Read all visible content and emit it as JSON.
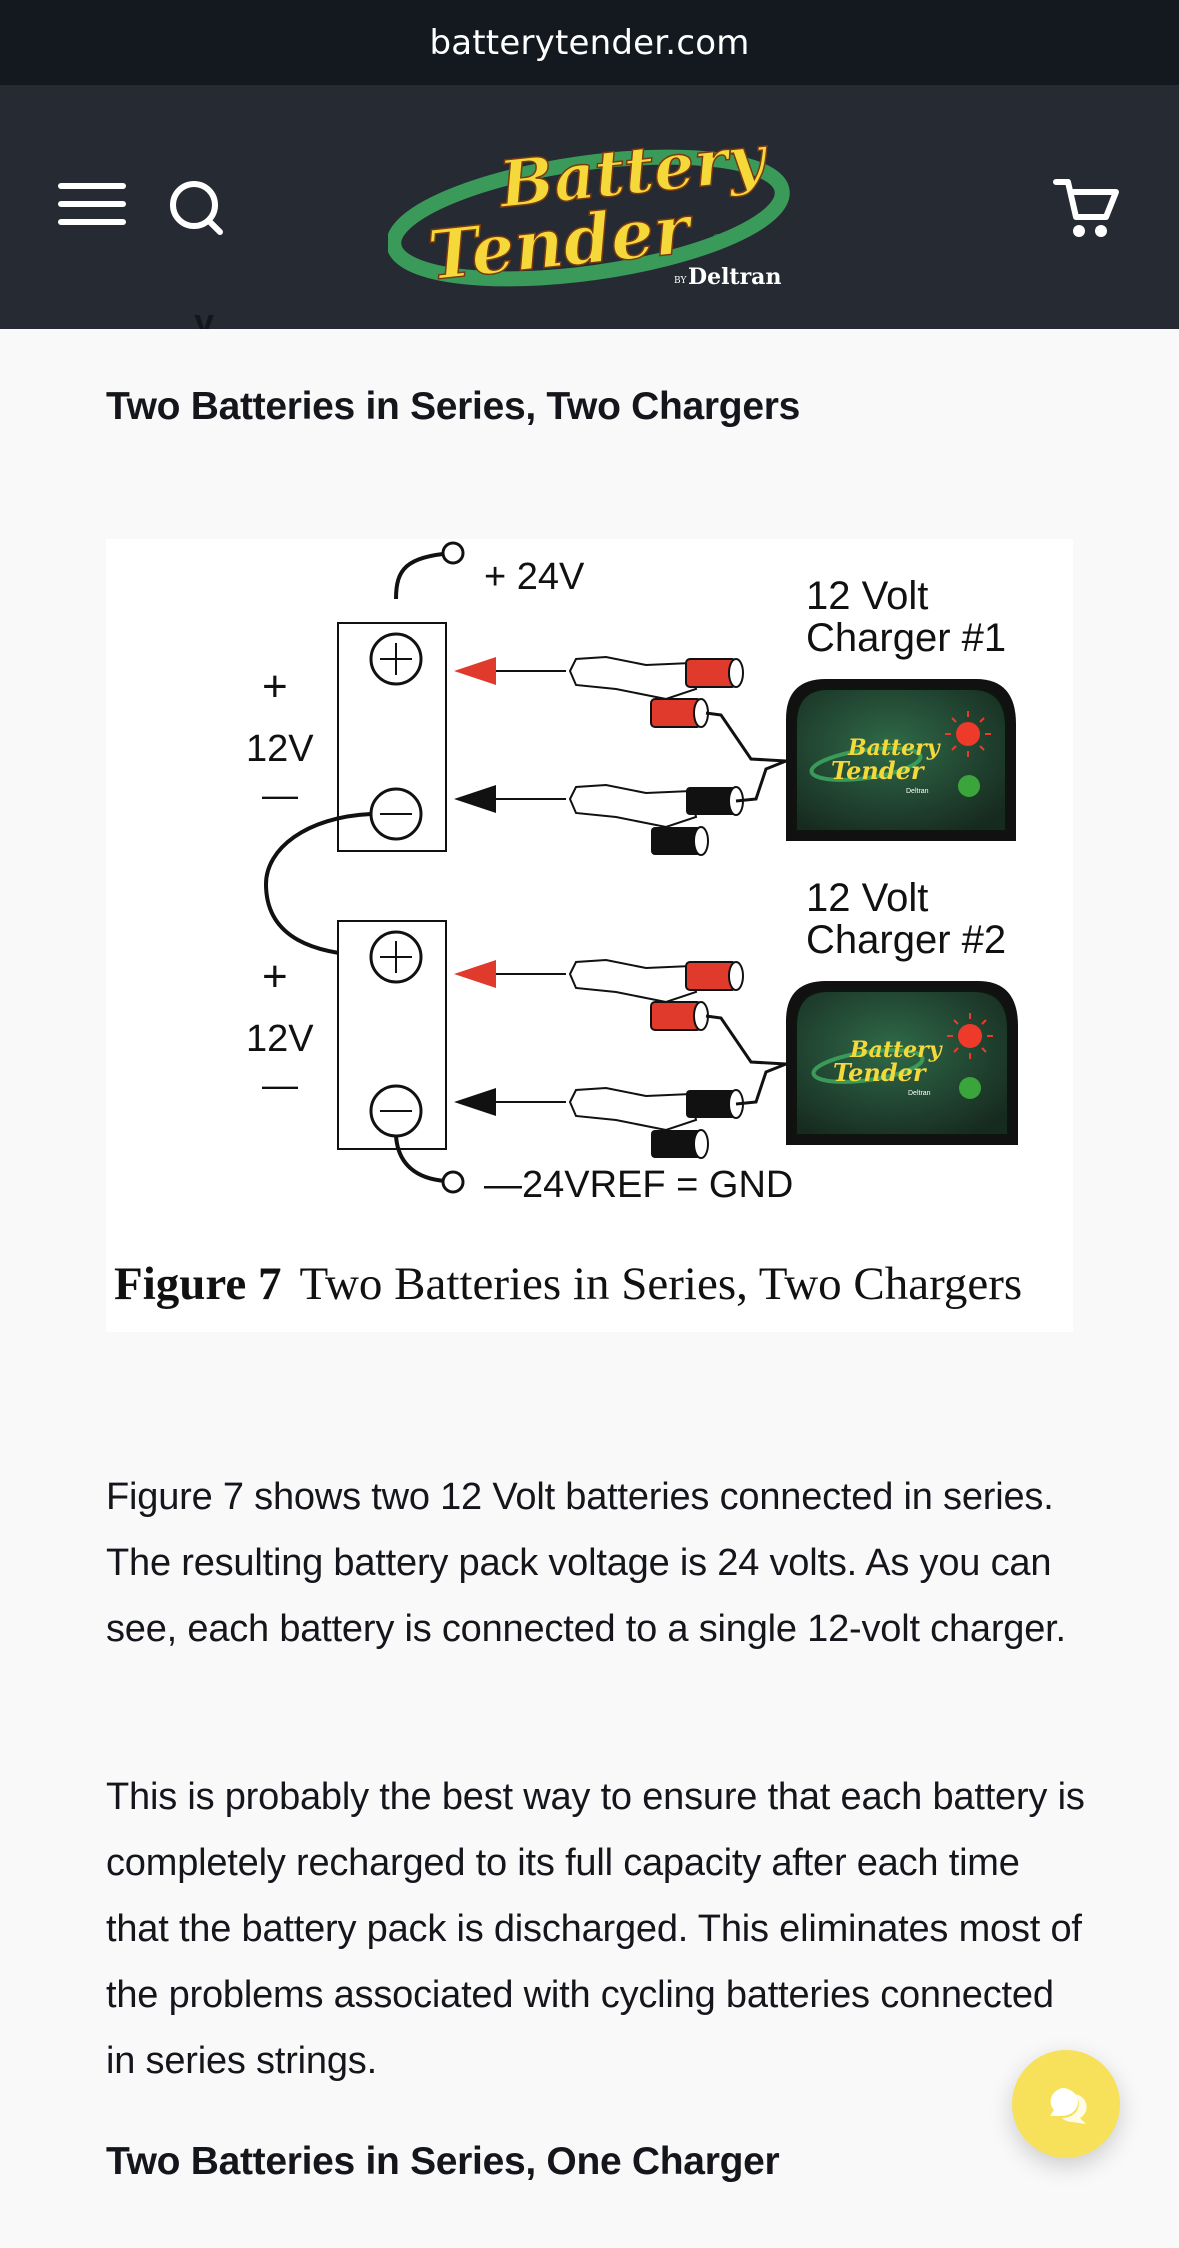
{
  "browser": {
    "url": "batterytender.com"
  },
  "header": {
    "menu_icon": "hamburger-menu-icon",
    "search_icon": "search-icon",
    "cart_icon": "shopping-cart-icon",
    "logo": {
      "line1": "Battery",
      "line2": "Tender",
      "registered": "®",
      "by": "BY",
      "brand": "Deltran"
    },
    "colors": {
      "bar": "#141920",
      "header": "#262a33",
      "logo_yellow": "#f5d83a",
      "logo_green": "#3a9a5a"
    }
  },
  "article": {
    "section1_heading": "Two Batteries in Series, Two Chargers",
    "figure": {
      "label": "Figure 7",
      "title": "Two Batteries in Series, Two Chargers",
      "top_terminal": "+ 24V",
      "bottom_terminal": "—24VREF = GND",
      "battery_labels": [
        {
          "plus": "+",
          "voltage": "12V",
          "minus": "—"
        },
        {
          "plus": "+",
          "voltage": "12V",
          "minus": "—"
        }
      ],
      "chargers": [
        {
          "line1": "12 Volt",
          "line2": "Charger #1",
          "logo_line1": "Battery",
          "logo_line2": "Tender",
          "logo_by": "Deltran"
        },
        {
          "line1": "12 Volt",
          "line2": "Charger #2",
          "logo_line1": "Battery",
          "logo_line2": "Tender",
          "logo_by": "Deltran"
        }
      ],
      "colors": {
        "positive": "#e03a2c",
        "negative": "#111111",
        "charger_body": "#1f3a2c",
        "led_red": "#ee3a2a",
        "led_green": "#3aa53a"
      }
    },
    "paragraphs": [
      "Figure 7 shows two 12 Volt batteries connected in series. The resulting battery pack voltage is 24 volts. As you can see, each battery is connected to a single 12-volt charger.",
      "This is probably the best way to ensure that each battery is completely recharged to its full capacity after each time that the battery pack is discharged. This eliminates most of the problems associated with cycling batteries connected in series strings."
    ],
    "section2_heading": "Two Batteries in Series, One Charger"
  },
  "chat": {
    "icon": "chat-bubbles-icon",
    "color": "#f7e15a"
  }
}
